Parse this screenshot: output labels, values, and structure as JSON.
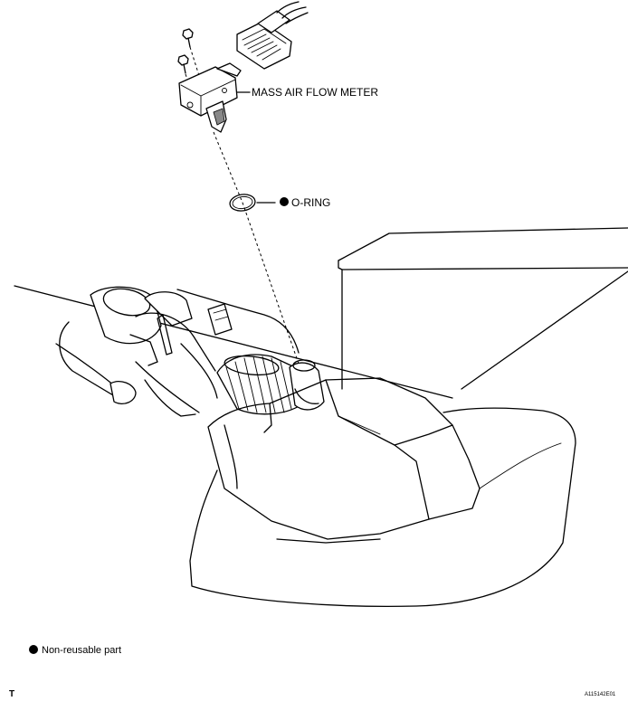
{
  "labels": {
    "mass_air_flow_meter": "MASS AIR FLOW METER",
    "o_ring": "O-RING"
  },
  "legend": {
    "text": "Non-reusable part"
  },
  "corner_mark": "T",
  "figure_id": "A115142E01"
}
